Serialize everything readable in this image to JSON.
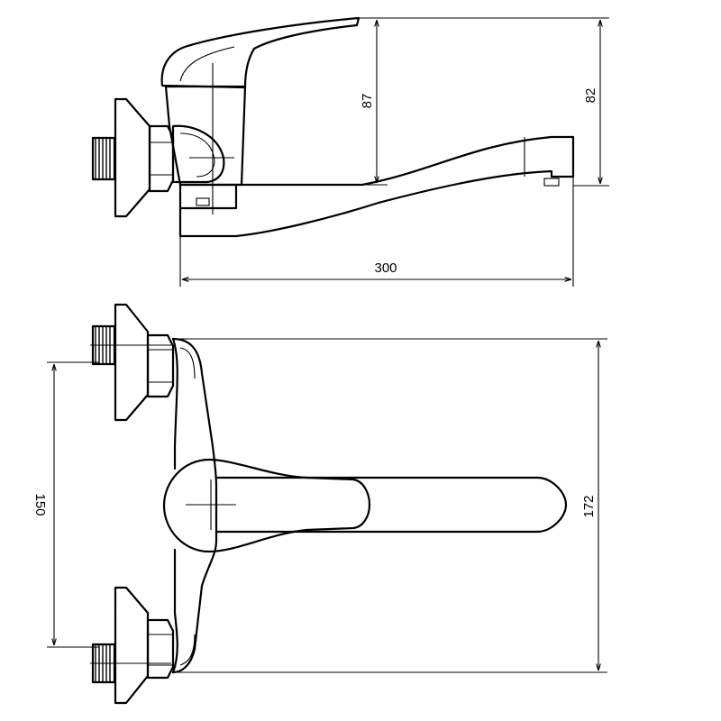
{
  "dimensions": {
    "side_length": "300",
    "side_height_left": "87",
    "side_height_right": "82",
    "top_depth": "172",
    "top_centers": "150"
  }
}
